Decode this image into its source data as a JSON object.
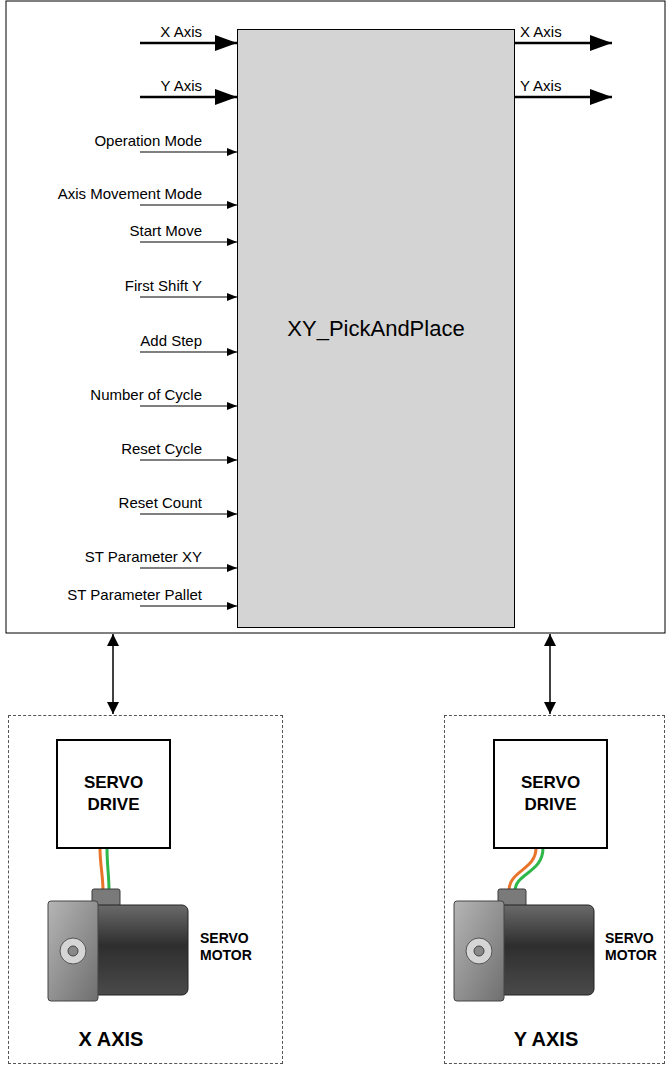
{
  "diagram": {
    "nodes": [
      {
        "text": [
          "XY_PickAndPlace"
        ]
      },
      {
        "text": [
          "X AXIS"
        ]
      },
      {
        "text": [
          "SERVO DRIVE"
        ],
        "in": 1
      },
      {
        "text": [
          "Y AXIS"
        ]
      },
      {
        "text": [
          "SERVO DRIVE"
        ],
        "in": 3
      }
    ],
    "labels": [
      "X Axis",
      "Y Axis",
      "Operation Mode",
      "Axis Movement Mode",
      "Start Move",
      "First Shift Y",
      "Add Step",
      "Number of Cycle",
      "Reset Cycle",
      "Reset Count",
      "ST Parameter XY",
      "ST Parameter Pallet",
      "X Axis",
      "Y Axis",
      "SERVO MOTOR",
      "SERVO MOTOR"
    ]
  }
}
